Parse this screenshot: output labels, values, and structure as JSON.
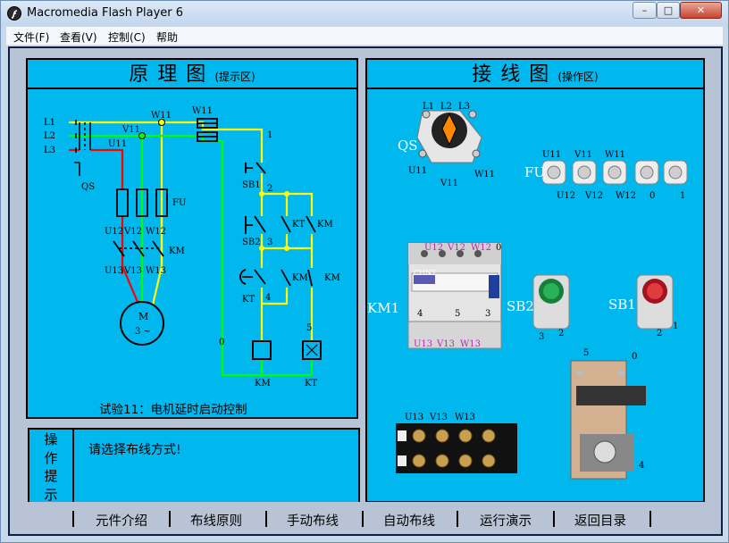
{
  "window": {
    "title": "Macromedia Flash Player 6",
    "buttons": {
      "minimize": "–",
      "maximize": "□",
      "close": "✕"
    }
  },
  "menu": [
    "文件(F)",
    "查看(V)",
    "控制(C)",
    "帮助"
  ],
  "schematic": {
    "title": "原理图",
    "subtitle": "(提示区)",
    "caption": "试验11：电机延时启动控制",
    "labels": {
      "l1": "L1",
      "l2": "L2",
      "l3": "L3",
      "w11a": "W11",
      "w11b": "W11",
      "v11": "V11",
      "u11": "U11",
      "qs": "QS",
      "fu": "FU",
      "u12": "U12",
      "v12": "V12",
      "w12": "W12",
      "km1": "KM",
      "u13": "U13",
      "v13": "V13",
      "w13": "W13",
      "motor": "M",
      "motor_sub": "3 ~",
      "n1": "1",
      "n2": "2",
      "n3": "3",
      "n4": "4",
      "n5": "5",
      "n0": "0",
      "sb1": "SB1",
      "sb2": "SB2",
      "kt1": "KT",
      "km2": "KM",
      "kt2": "KT",
      "km3": "KM",
      "km4": "KM",
      "coil_km": "KM",
      "coil_kt": "KT"
    }
  },
  "wiring": {
    "title": "接线图",
    "subtitle": "(操作区)",
    "qs": {
      "label": "QS",
      "top": [
        "L1",
        "L2",
        "L3"
      ],
      "bottom": [
        "U11",
        "V11",
        "W11"
      ]
    },
    "fu": {
      "label": "FU",
      "top": [
        "U11",
        "V11",
        "W11"
      ],
      "bottom": [
        "U12",
        "V12",
        "W12",
        "0",
        "1"
      ]
    },
    "km1": {
      "label": "KM1",
      "brand": "CHNT",
      "top": [
        "U12",
        "V12",
        "W12"
      ],
      "top_num": "0",
      "mid": [
        "4",
        "5",
        "3"
      ],
      "bottom": [
        "U13",
        "V13",
        "W13"
      ]
    },
    "sb2": {
      "label": "SB2",
      "terms": [
        "3",
        "2"
      ]
    },
    "sb1": {
      "label": "SB1",
      "terms": [
        "2",
        "1"
      ]
    },
    "terminal": {
      "labels": [
        "U13",
        "V13",
        "W13"
      ]
    },
    "kt": {
      "terms": [
        "5",
        "0",
        "4"
      ]
    }
  },
  "operation": {
    "label": [
      "操",
      "作",
      "提",
      "示"
    ],
    "message": "请选择布线方式!"
  },
  "nav": [
    "元件介绍",
    "布线原则",
    "手动布线",
    "自动布线",
    "运行演示",
    "返回目录"
  ],
  "colors": {
    "panel": "#00b7ee",
    "yellow": "#ffff00",
    "green": "#00ff00",
    "red": "#ff0000"
  }
}
